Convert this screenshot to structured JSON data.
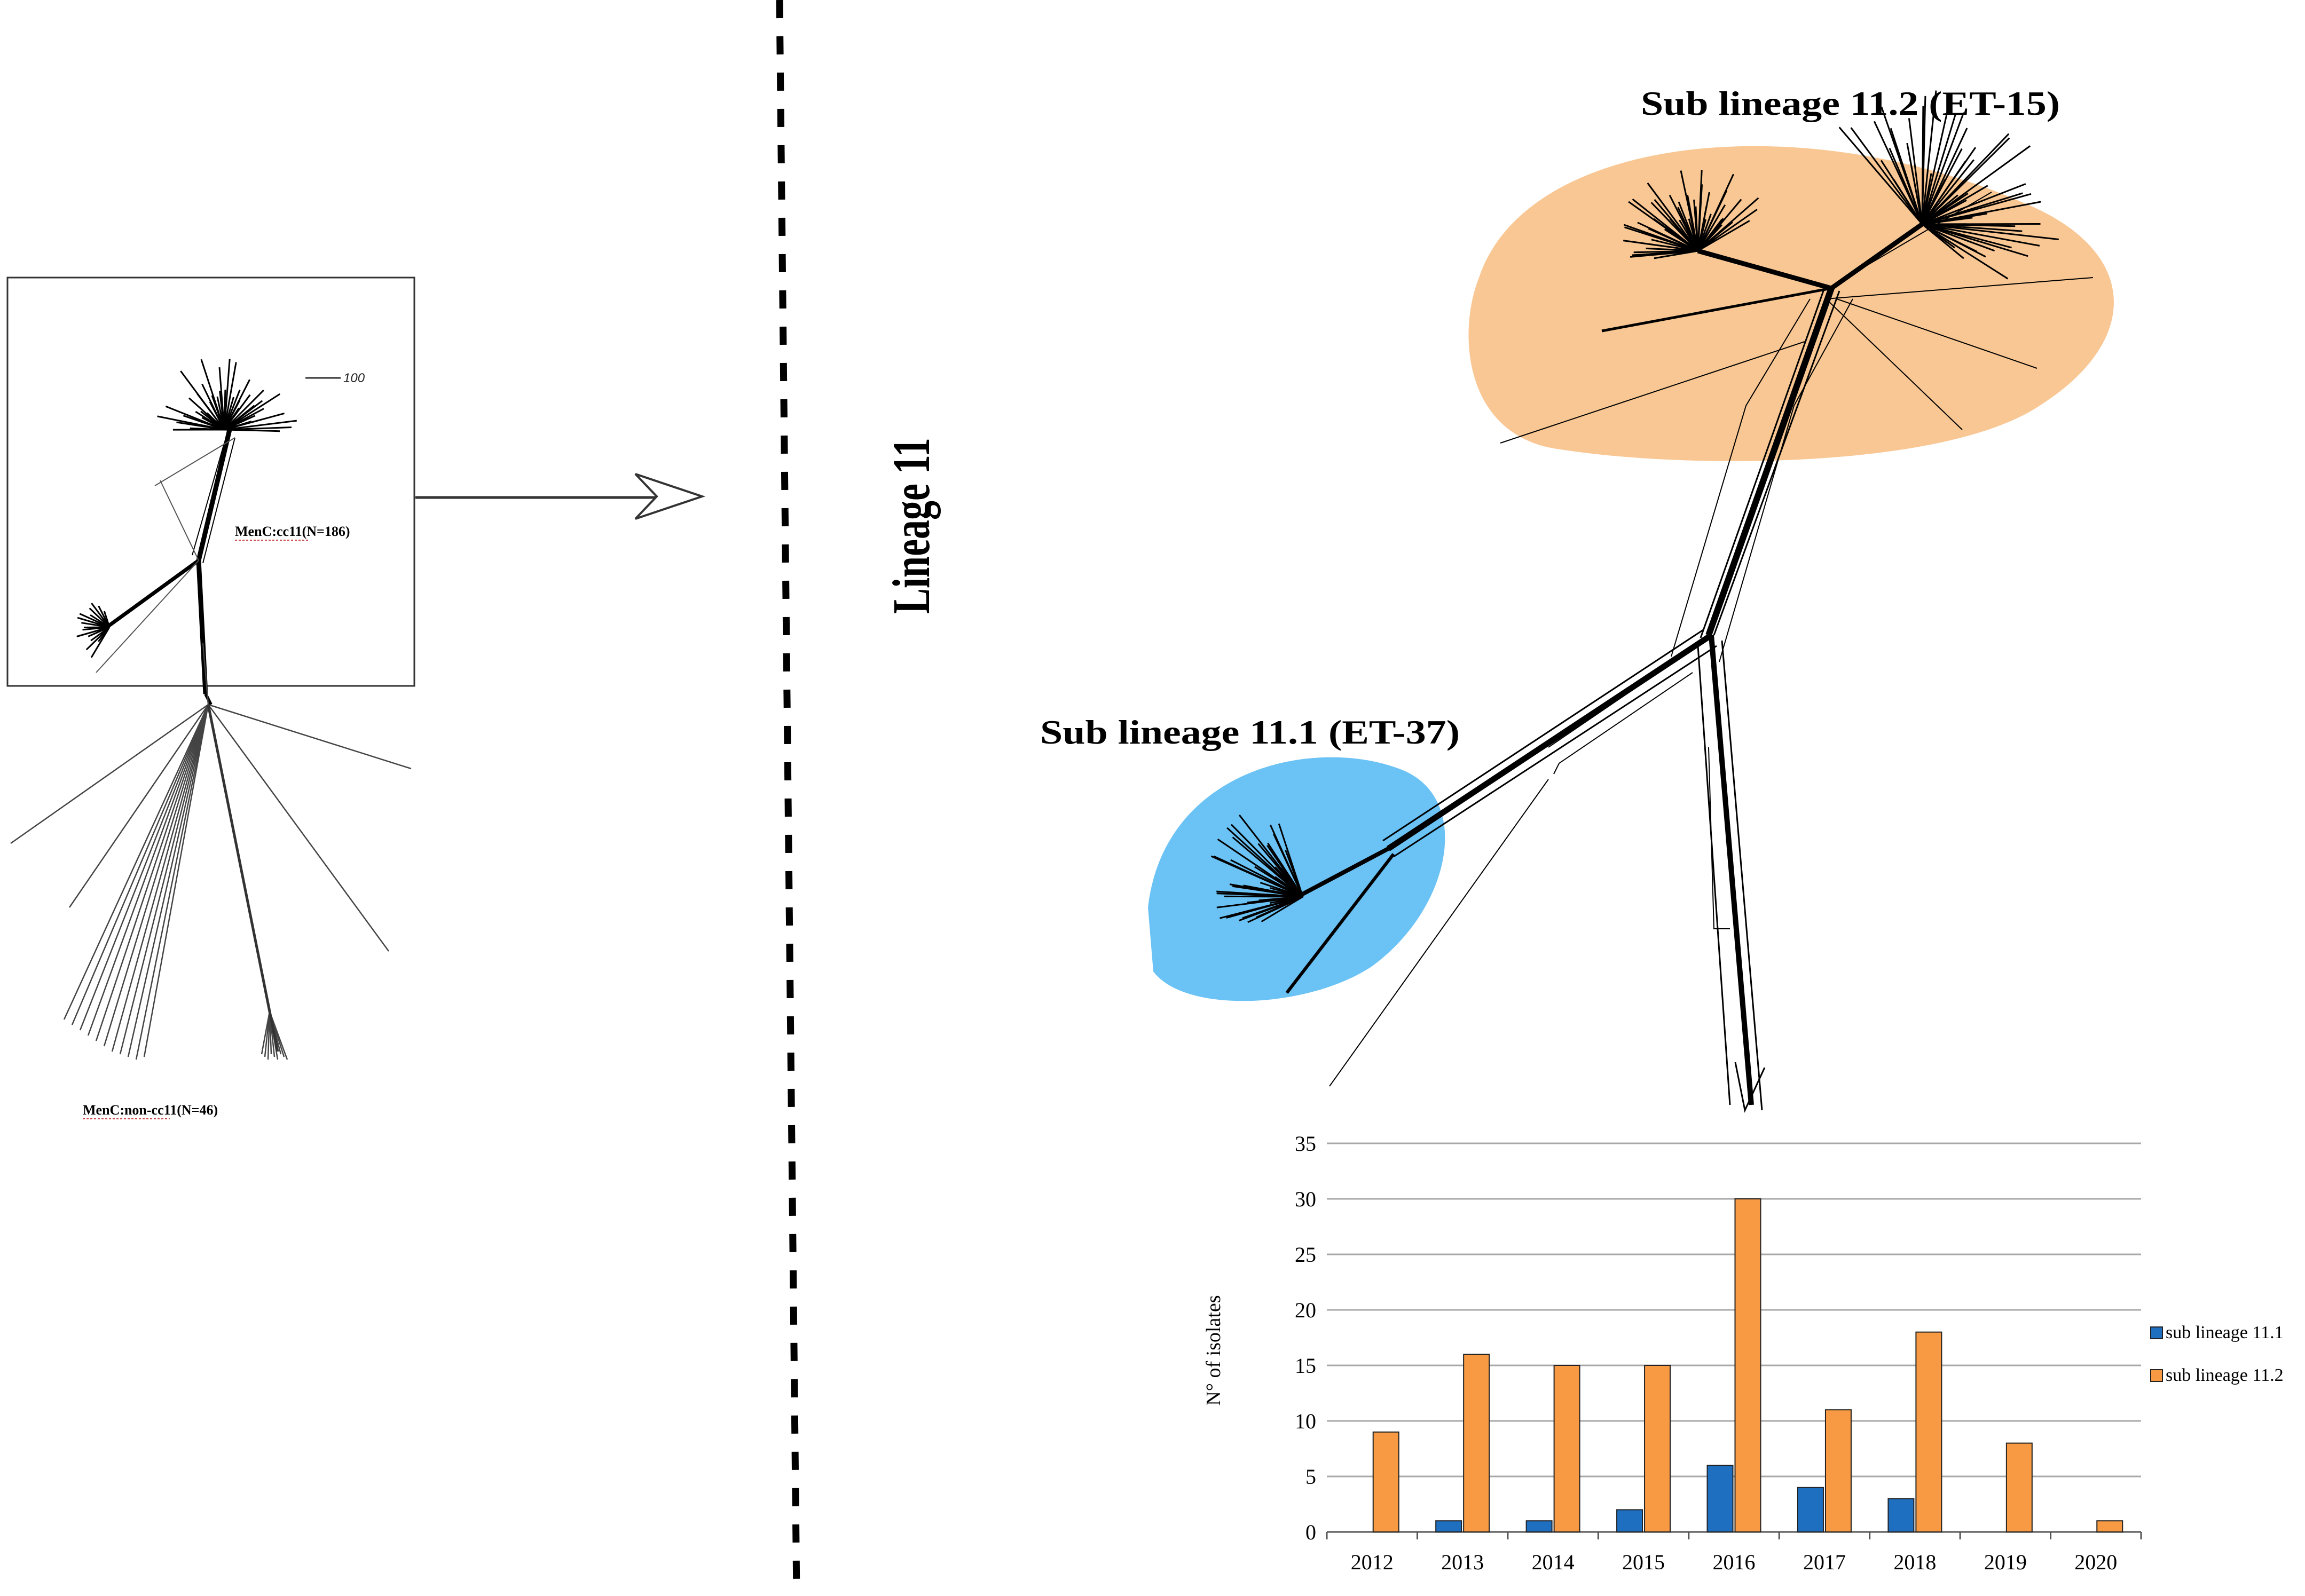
{
  "left_panel": {
    "scale_label": "100",
    "cc11_label": "MenC:cc11(N=186)",
    "noncc11_label": "MenC:non-cc11(N=46)"
  },
  "divider": {
    "lineage_label": "Lineage 11"
  },
  "right_panel": {
    "sub112_label": "Sub lineage 11.2 (ET-15)",
    "sub111_label": "Sub lineage 11.1 (ET-37)",
    "sub112_color": "#f9c793",
    "sub111_color": "#6bc2f5"
  },
  "chart_data": {
    "type": "bar",
    "categories": [
      "2012",
      "2013",
      "2014",
      "2015",
      "2016",
      "2017",
      "2018",
      "2019",
      "2020"
    ],
    "series": [
      {
        "name": "sub lineage 11.1",
        "color": "#1f6fc1",
        "values": [
          0,
          1,
          1,
          2,
          6,
          4,
          3,
          0,
          0
        ]
      },
      {
        "name": "sub lineage 11.2",
        "color": "#f89a43",
        "values": [
          9,
          16,
          15,
          15,
          30,
          11,
          18,
          8,
          1
        ]
      }
    ],
    "ylabel": "N° of isolates",
    "ylim": [
      0,
      35
    ],
    "yticks": [
      "0",
      "5",
      "10",
      "15",
      "20",
      "25",
      "30",
      "35"
    ],
    "grid": true,
    "legend_position": "right"
  }
}
